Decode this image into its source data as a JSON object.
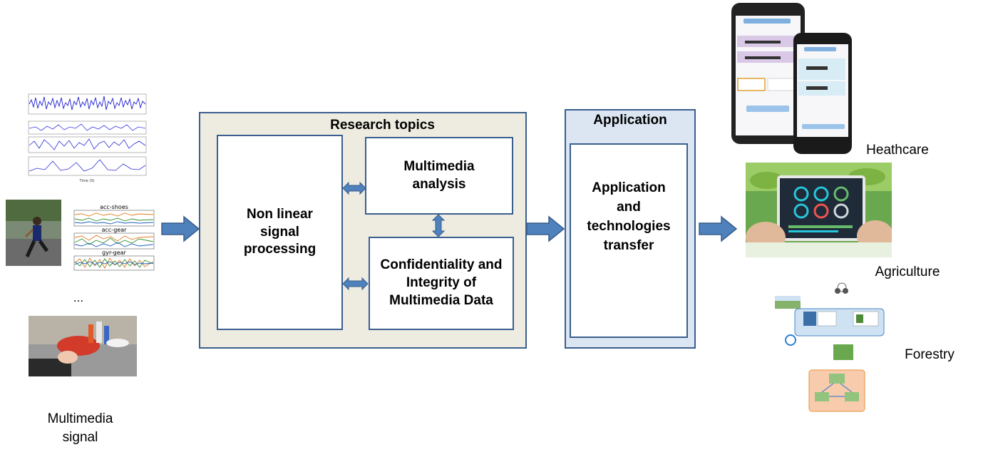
{
  "diagram": {
    "research_topics": {
      "title": "Research topics",
      "nonlinear": "Non linear signal processing",
      "multimedia_analysis": "Multimedia analysis",
      "confidentiality": "Confidentiality and Integrity of Multimedia Data"
    },
    "application": {
      "title": "Application",
      "transfer": "Application and technologies transfer"
    },
    "inputs": {
      "ellipsis": "...",
      "caption_line1": "Multimedia",
      "caption_line2": "signal",
      "imu_labels": [
        "acc-shoes",
        "acc-gear",
        "gyr-gear"
      ],
      "time_axis_label": "Time (S)"
    },
    "outputs": {
      "healthcare": "Heathcare",
      "agriculture": "Agriculture",
      "forestry": "Forestry"
    }
  },
  "colors": {
    "box_border": "#3a5f8f",
    "research_fill": "#eeece1",
    "application_fill": "#dce6f2",
    "arrow_fill": "#4f81bd",
    "arrow_stroke": "#385d8a"
  }
}
